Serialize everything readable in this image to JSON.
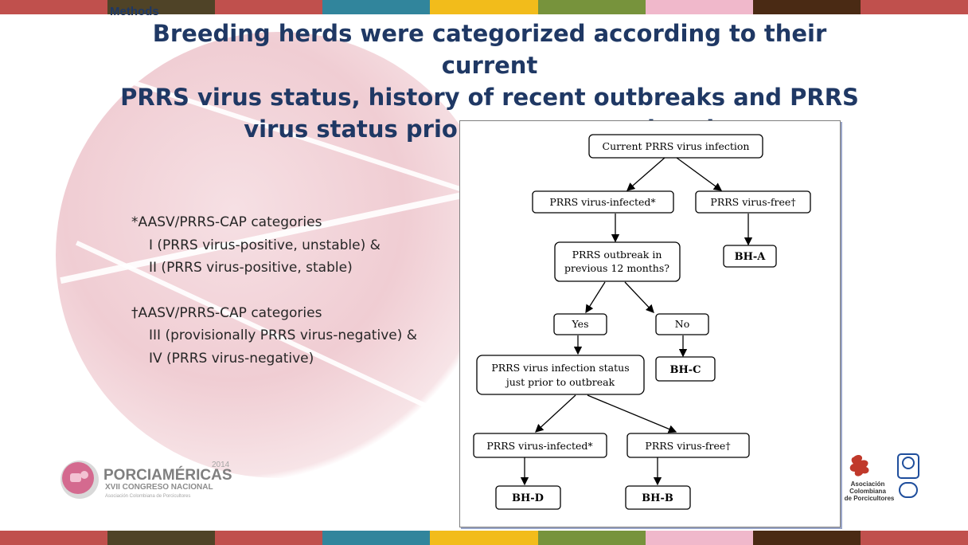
{
  "header": {
    "section_label": "Methods",
    "title_lines": [
      "Breeding herds were categorized according to their current",
      "PRRS virus status, history of recent outbreaks and PRRS",
      "virus status prior to recent outbreaks"
    ]
  },
  "stripe_colors": [
    "#c0504d",
    "#4f4327",
    "#c0504d",
    "#31859c",
    "#f2bc1b",
    "#77933c",
    "#f0b8cb",
    "#4a2a14",
    "#c0504d"
  ],
  "notes": {
    "group1": {
      "heading": "*AASV/PRRS-CAP categories",
      "line1": "I (PRRS virus-positive, unstable) &",
      "line2": "II (PRRS virus-positive, stable)"
    },
    "group2": {
      "heading": "†AASV/PRRS-CAP categories",
      "line1": "III (provisionally PRRS virus-negative) &",
      "line2": "IV (PRRS virus-negative)"
    }
  },
  "flowchart": {
    "current_infection": "Current PRRS virus infection",
    "infected": "PRRS virus-infected*",
    "free": "PRRS virus-free†",
    "bh_a": "BH-A",
    "outbreak_q_line1": "PRRS outbreak in",
    "outbreak_q_line2": "previous 12 months?",
    "yes": "Yes",
    "no": "No",
    "bh_c": "BH-C",
    "prior_status_line1": "PRRS virus infection status",
    "prior_status_line2": "just prior to outbreak",
    "prior_infected": "PRRS virus-infected*",
    "prior_free": "PRRS virus-free†",
    "bh_d": "BH-D",
    "bh_b": "BH-B"
  },
  "logos": {
    "left": {
      "year": "2014",
      "name": "PORCIAMÉRICAS",
      "subtitle": "XVII CONGRESO NACIONAL",
      "org": "Asociación Colombiana de Porcicultores"
    },
    "right": {
      "line1": "Asociación",
      "line2": "Colombiana",
      "line3": "de Porcicultores"
    }
  }
}
